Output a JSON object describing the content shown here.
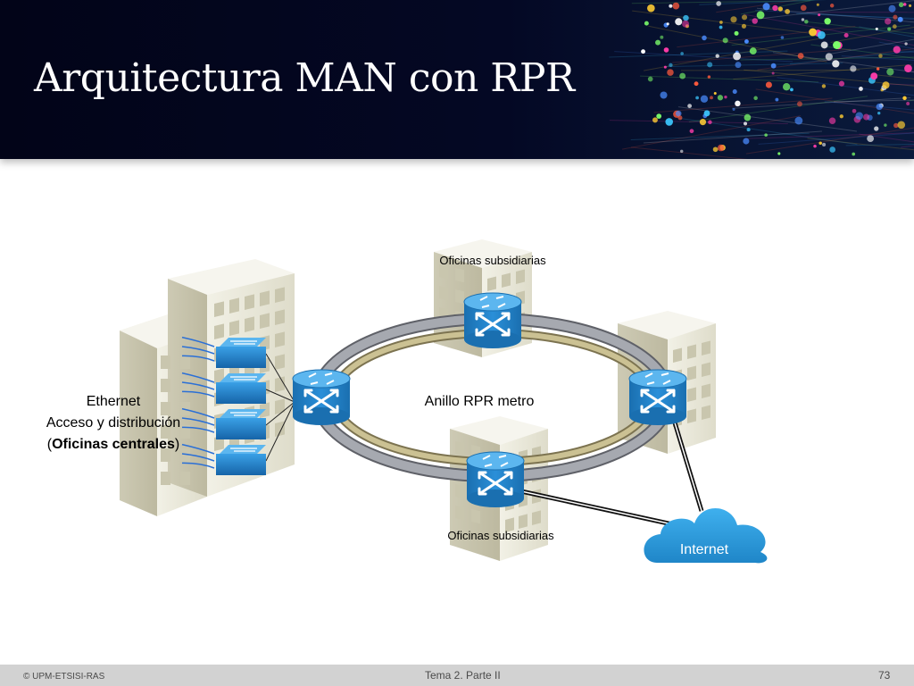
{
  "slide": {
    "title": "Arquitectura MAN con RPR"
  },
  "diagram": {
    "ring_label": "Anillo RPR metro",
    "top_site_label": "Oficinas subsidiarias",
    "bottom_site_label": "Oficinas subsidiarias",
    "hq_label_line1": "Ethernet",
    "hq_label_line2": "Acceso y distribución",
    "hq_label_line3_open": "(",
    "hq_label_line3_bold": "Oficinas centrales",
    "hq_label_line3_close": ")",
    "internet_label": "Internet"
  },
  "colors": {
    "header_bg": "#040824",
    "router_blue": "#1f7fc6",
    "ring_gray": "#8c8f96",
    "ring_tan": "#b8ad7c",
    "cloud_blue": "#2b9ad9",
    "building": "#e9e7da"
  },
  "footer": {
    "copyright": "© UPM-ETSISI-RAS",
    "topic": "Tema 2. Parte II",
    "page": "73"
  }
}
